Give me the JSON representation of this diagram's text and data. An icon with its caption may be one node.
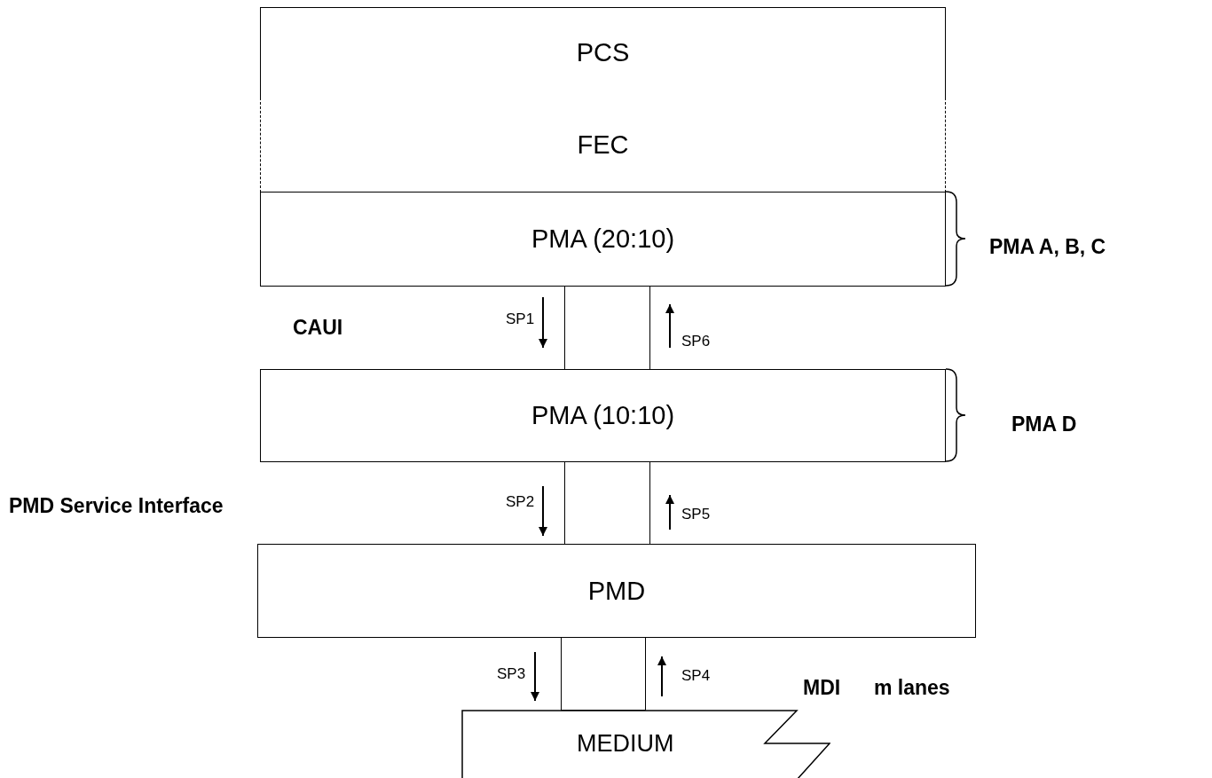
{
  "diagram": {
    "nodes": [
      {
        "text": [
          "PCS"
        ]
      },
      {
        "text": [
          "FEC"
        ]
      },
      {
        "text": [
          "PMA (20:10)"
        ]
      },
      {
        "text": [],
        "shape": "box"
      },
      {
        "text": [
          "PMA (10:10)"
        ]
      },
      {
        "text": [],
        "shape": "box"
      },
      {
        "text": [
          "PMD"
        ]
      },
      {
        "text": [],
        "shape": "box"
      },
      {
        "text": [
          "MEDIUM"
        ]
      }
    ],
    "labels": [
      "PMA A, B, C",
      "CAUI",
      "SP1",
      "SP6",
      "PMA D",
      "PMD Service Interface",
      "SP2",
      "SP5",
      "SP3",
      "SP4",
      "MDI",
      "m lanes"
    ]
  }
}
